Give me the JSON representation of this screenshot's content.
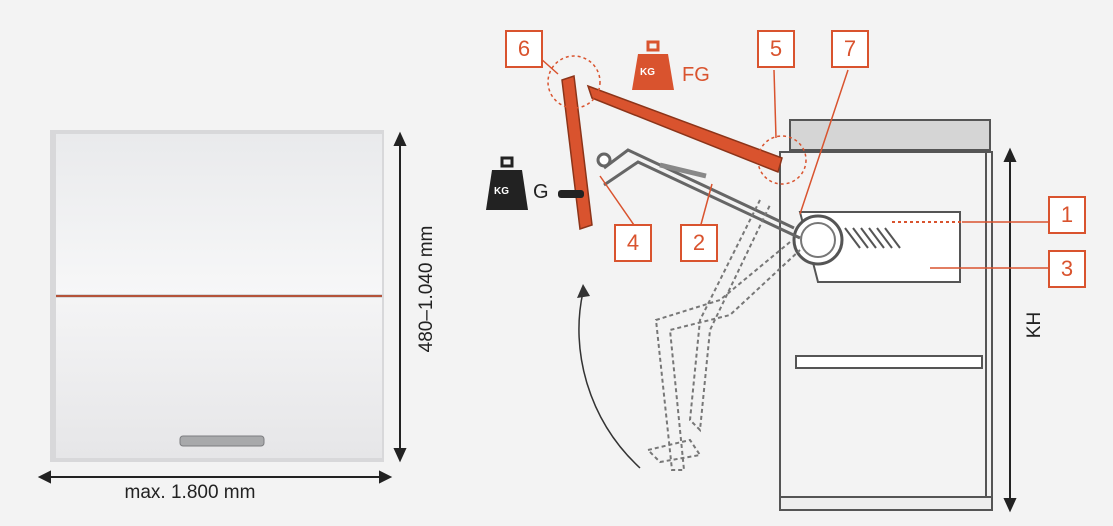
{
  "dimensions": {
    "width_label": "max. 1.800 mm",
    "height_label": "480–1.040 mm",
    "cabinet_height_label": "KH"
  },
  "weights": {
    "g_label": "G",
    "fg_label": "FG",
    "kg_text": "KG"
  },
  "callouts": [
    "1",
    "2",
    "3",
    "4",
    "5",
    "6",
    "7"
  ],
  "colors": {
    "accent": "#d9532e",
    "line": "#555555",
    "background": "#f3f3f3"
  }
}
